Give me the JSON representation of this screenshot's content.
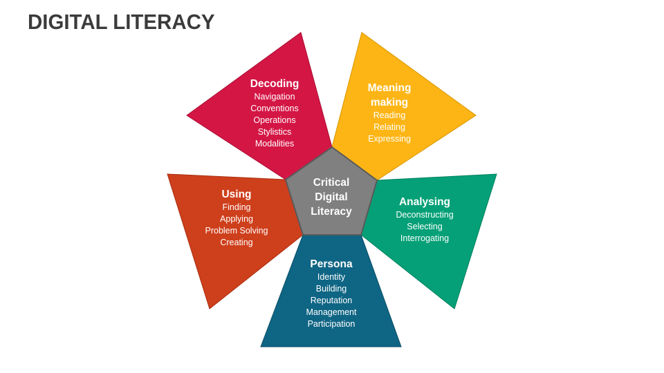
{
  "title": "DIGITAL LITERACY",
  "center": {
    "lines": [
      "Critical",
      "Digital",
      "Literacy"
    ],
    "color": "#808080"
  },
  "segments": [
    {
      "heading": [
        "Decoding"
      ],
      "items": [
        "Navigation",
        "Conventions",
        "Operations",
        "Stylistics",
        "Modalities"
      ],
      "color": "#D41645"
    },
    {
      "heading": [
        "Meaning",
        "making"
      ],
      "items": [
        "Reading",
        "Relating",
        "Expressing"
      ],
      "color": "#FDB515"
    },
    {
      "heading": [
        "Analysing"
      ],
      "items": [
        "Deconstructing",
        "Selecting",
        "Interrogating"
      ],
      "color": "#05A077"
    },
    {
      "heading": [
        "Persona"
      ],
      "items": [
        "Identity",
        "Building",
        "Reputation",
        "Management",
        "Participation"
      ],
      "color": "#0F6584"
    },
    {
      "heading": [
        "Using"
      ],
      "items": [
        "Finding",
        "Applying",
        "Problem Solving",
        "Creating"
      ],
      "color": "#CE3F1C"
    }
  ]
}
